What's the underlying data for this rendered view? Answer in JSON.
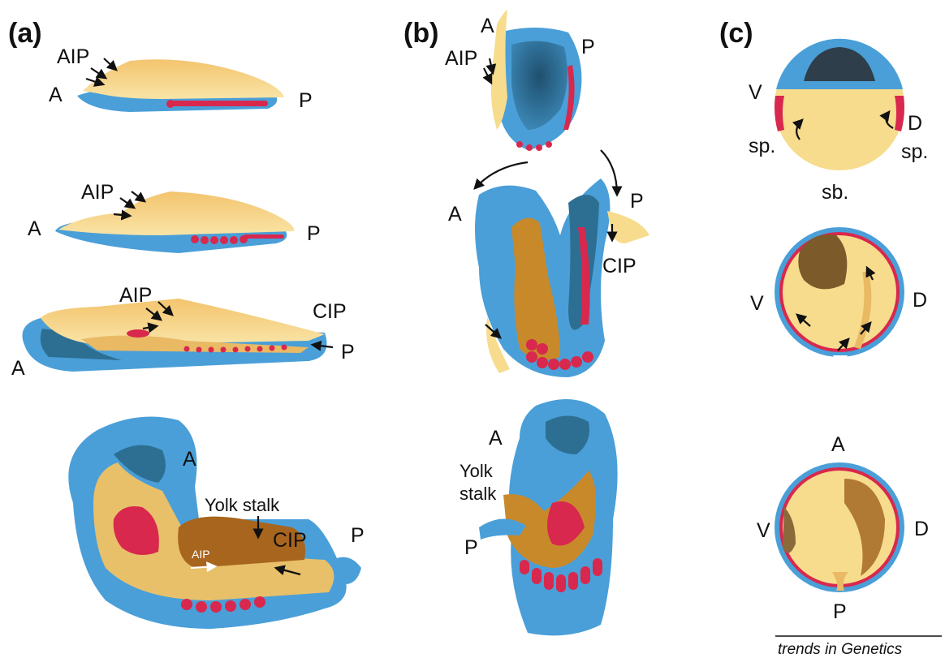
{
  "panels": {
    "a": "(a)",
    "b": "(b)",
    "c": "(c)"
  },
  "labels": {
    "A": "A",
    "P": "P",
    "AIP": "AIP",
    "CIP": "CIP",
    "V": "V",
    "D": "D",
    "sp": "sp.",
    "sb": "sb.",
    "yolk_stalk": "Yolk stalk",
    "yolk": "Yolk",
    "stalk": "stalk"
  },
  "credit": "trends in Genetics"
}
